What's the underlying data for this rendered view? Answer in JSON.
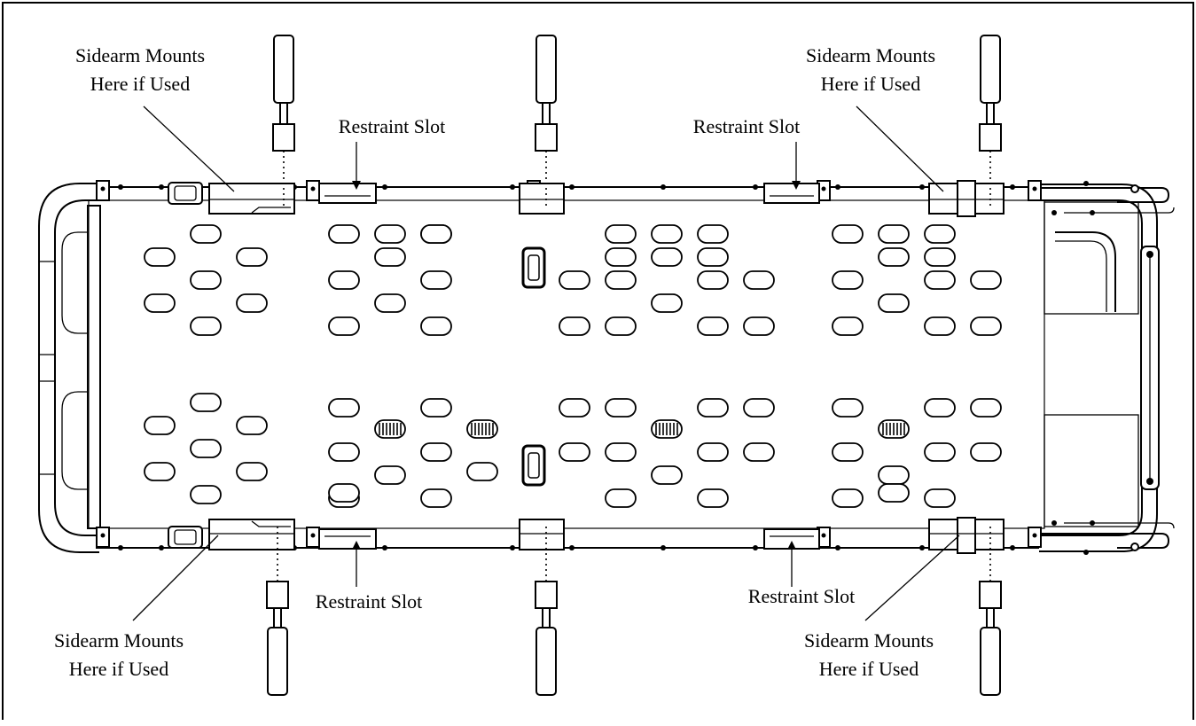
{
  "diagram": {
    "callouts": [
      {
        "id": "sidearm-top-left",
        "lines": [
          "Sidearm Mounts",
          "Here if Used"
        ]
      },
      {
        "id": "restraint-top-left",
        "lines": [
          "Restraint Slot"
        ]
      },
      {
        "id": "restraint-top-right",
        "lines": [
          "Restraint Slot"
        ]
      },
      {
        "id": "sidearm-top-right",
        "lines": [
          "Sidearm Mounts",
          "Here if Used"
        ]
      },
      {
        "id": "restraint-bottom-left",
        "lines": [
          "Restraint Slot"
        ]
      },
      {
        "id": "restraint-bottom-right",
        "lines": [
          "Restraint Slot"
        ]
      },
      {
        "id": "sidearm-bottom-left",
        "lines": [
          "Sidearm Mounts",
          "Here if Used"
        ]
      },
      {
        "id": "sidearm-bottom-right",
        "lines": [
          "Sidearm Mounts",
          "Here if Used"
        ]
      }
    ]
  }
}
